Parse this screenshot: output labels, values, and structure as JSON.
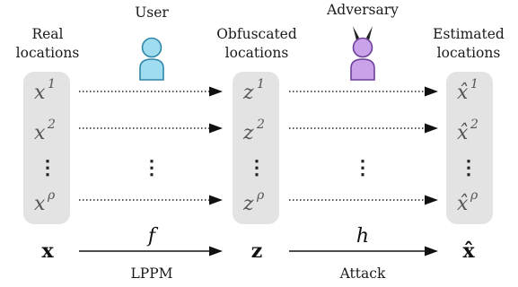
{
  "columns": {
    "real": {
      "title_line1": "Real",
      "title_line2": "locations",
      "var": "x",
      "sups": [
        "1",
        "2",
        "ρ"
      ],
      "vector": "x"
    },
    "obf": {
      "title_line1": "Obfuscated",
      "title_line2": "locations",
      "var": "z",
      "sups": [
        "1",
        "2",
        "ρ"
      ],
      "vector": "z"
    },
    "est": {
      "title_line1": "Estimated",
      "title_line2": "locations",
      "var": "x̂",
      "sups": [
        "1",
        "2",
        "ρ"
      ],
      "vector": "x̂"
    }
  },
  "actors": {
    "user": {
      "label": "User",
      "color": "#9fdcf0",
      "stroke": "#2f86a8"
    },
    "adversary": {
      "label": "Adversary",
      "color": "#c9a2ea",
      "stroke": "#6c3f99",
      "horns": "#222222"
    }
  },
  "ellipsis": "⋮",
  "mappings": {
    "lppm": {
      "symbol": "f",
      "label": "LPPM"
    },
    "attack": {
      "symbol": "h",
      "label": "Attack"
    }
  }
}
